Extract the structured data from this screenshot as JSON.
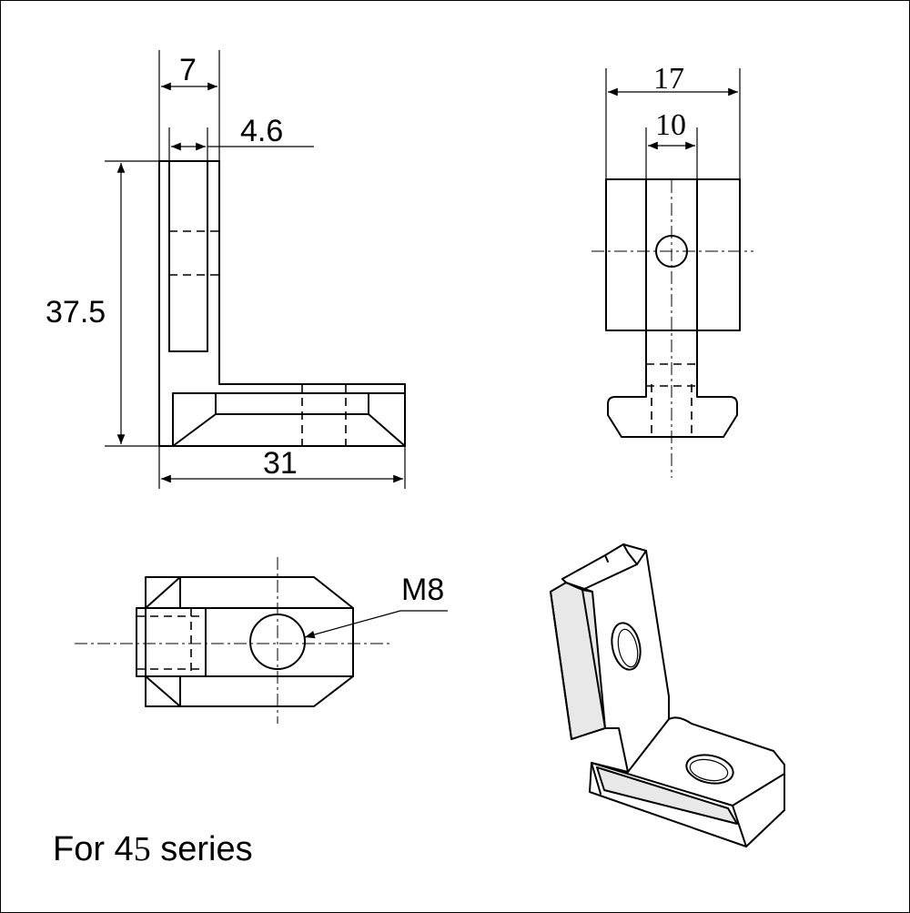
{
  "dimensions": {
    "width_top": "7",
    "slot_width": "4.6",
    "height": "37.5",
    "base_length": "31",
    "overall_width": "17",
    "inner_width": "10"
  },
  "callout": {
    "thread": "M8"
  },
  "caption": {
    "prefix": "For 4",
    "digit": "5",
    "suffix": " series"
  }
}
